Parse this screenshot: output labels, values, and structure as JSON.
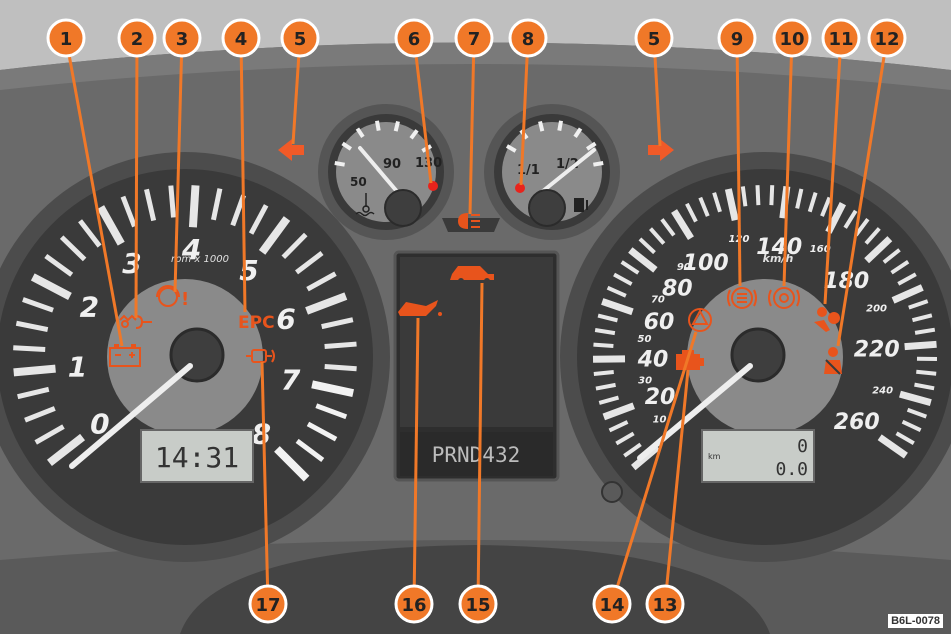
{
  "callouts": [
    "1",
    "2",
    "3",
    "4",
    "5",
    "6",
    "7",
    "8",
    "5",
    "9",
    "10",
    "11",
    "12",
    "13",
    "14",
    "15",
    "16",
    "17"
  ],
  "tachometer": {
    "scale_numbers": [
      "0",
      "1",
      "2",
      "3",
      "4",
      "5",
      "6",
      "7",
      "8"
    ],
    "unit": "rpm x 1000",
    "clock": "14:31"
  },
  "coolant_gauge": {
    "labels": [
      "50",
      "90",
      "130"
    ]
  },
  "fuel_gauge": {
    "labels": [
      "1/1",
      "1/2"
    ]
  },
  "center_display": {
    "gear_selector": "PRND432"
  },
  "speedometer": {
    "major_labels": [
      "20",
      "40",
      "60",
      "80",
      "100",
      "140",
      "180",
      "220",
      "260"
    ],
    "minor_labels": [
      "10",
      "30",
      "50",
      "70",
      "90",
      "120",
      "160",
      "200",
      "240"
    ],
    "unit": "km/h",
    "odo_unit": "km",
    "trip_top": "0",
    "trip_bottom": "0.0"
  },
  "indicators": {
    "epc": "EPC"
  },
  "figure_ref": "B6L-0078",
  "colors": {
    "warning": "#e8541c",
    "red_led": "#e8231c",
    "arrow": "#f05a28",
    "callout_fill": "#f07828",
    "panel": "#5e5e5e",
    "dial_face": "#3c3c3c",
    "dial_inner": "#8c8c8c"
  },
  "icons": [
    "battery-icon",
    "glow-plug-icon",
    "brake-warning-icon",
    "epc-indicator",
    "turn-signal-arrow-icon",
    "coolant-temperature-icon",
    "headlight-icon",
    "fuel-reserve-icon",
    "brake-pad-icon",
    "parking-brake-icon",
    "airbag-icon",
    "seatbelt-icon",
    "engine-check-icon",
    "traction-control-icon",
    "door-open-icon",
    "oil-pressure-icon",
    "exhaust-catalyst-icon"
  ]
}
